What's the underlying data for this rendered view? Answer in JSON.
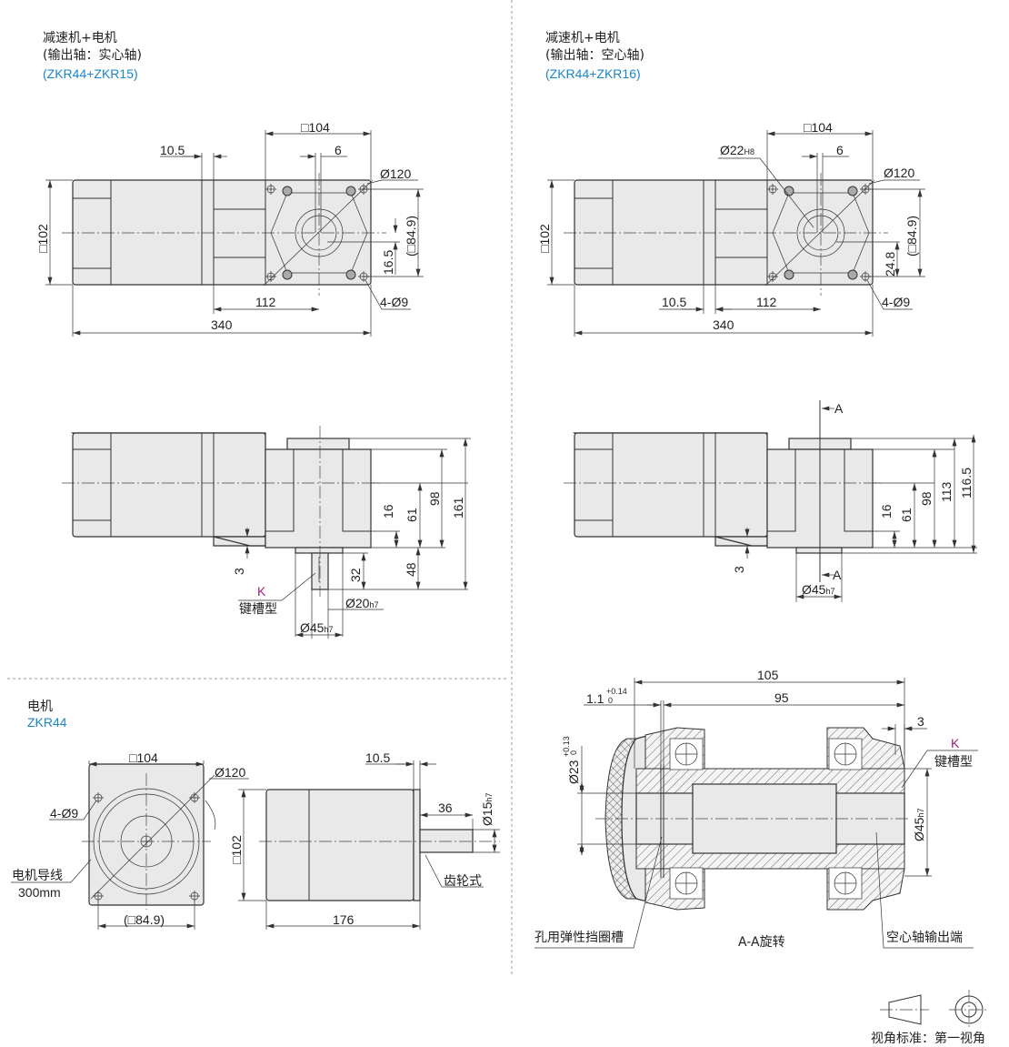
{
  "top_left": {
    "title": "减速机+电机",
    "subtitle": "(输出轴：实心轴)",
    "model": "(ZKR44+ZKR15)",
    "front": {
      "sq104": "□104",
      "d10_5": "10.5",
      "d6": "6",
      "d120": "Ø120",
      "sq102": "□102",
      "sq84_9": "(□84.9)",
      "d16_5": "16.5",
      "d112": "112",
      "holes": "4-Ø9",
      "d340": "340"
    },
    "side": {
      "d3": "3",
      "d16": "16",
      "d61": "61",
      "d98": "98",
      "d161": "161",
      "d48": "48",
      "d32": "32",
      "key_mark": "K",
      "key_label": "键槽型",
      "shaft_d": "Ø20",
      "shaft_tol": "h7",
      "flange_d": "Ø45",
      "flange_tol": "h7"
    }
  },
  "top_right": {
    "title": "减速机+电机",
    "subtitle": "(输出轴：空心轴)",
    "model": "(ZKR44+ZKR16)",
    "front": {
      "sq104": "□104",
      "bore_d": "Ø22",
      "bore_tol": "H8",
      "d6": "6",
      "d120": "Ø120",
      "sq102": "□102",
      "sq84_9": "(□84.9)",
      "d24_8": "24.8",
      "d10_5": "10.5",
      "d112": "112",
      "holes": "4-Ø9",
      "d340": "340"
    },
    "side": {
      "section_top": "A",
      "section_bottom": "A",
      "d16": "16",
      "d61": "61",
      "d98": "98",
      "d113": "113",
      "d116_5": "116.5",
      "d3": "3",
      "hollow_d": "Ø45",
      "hollow_tol": "h7"
    }
  },
  "motor": {
    "title": "电机",
    "model": "ZKR44",
    "front": {
      "sq104": "□104",
      "d120": "Ø120",
      "holes": "4-Ø9",
      "lead_label": "电机导线",
      "lead_length": "300mm",
      "sq84_9": "(□84.9)"
    },
    "side": {
      "d10_5": "10.5",
      "sq102": "□102",
      "d36": "36",
      "shaft_d": "Ø15",
      "shaft_tol": "h7",
      "gear_label": "齿轮式",
      "d176": "176"
    }
  },
  "section": {
    "d105": "105",
    "d1_1": "1.1",
    "d1_1_upper": "+0.14",
    "d1_1_lower": "0",
    "d95": "95",
    "d3": "3",
    "key_mark": "K",
    "key_label": "键槽型",
    "d23": "Ø23",
    "d23_upper": "+0.13",
    "d23_lower": "0",
    "d45": "Ø45",
    "d45_tol": "h7",
    "groove_label": "孔用弹性挡圈槽",
    "caption": "A-A旋转",
    "output_label": "空心轴输出端"
  },
  "projection": {
    "label": "视角标准：第一视角"
  },
  "colors": {
    "accent_blue": "#1a86c8",
    "key_purple": "#a0207a"
  }
}
